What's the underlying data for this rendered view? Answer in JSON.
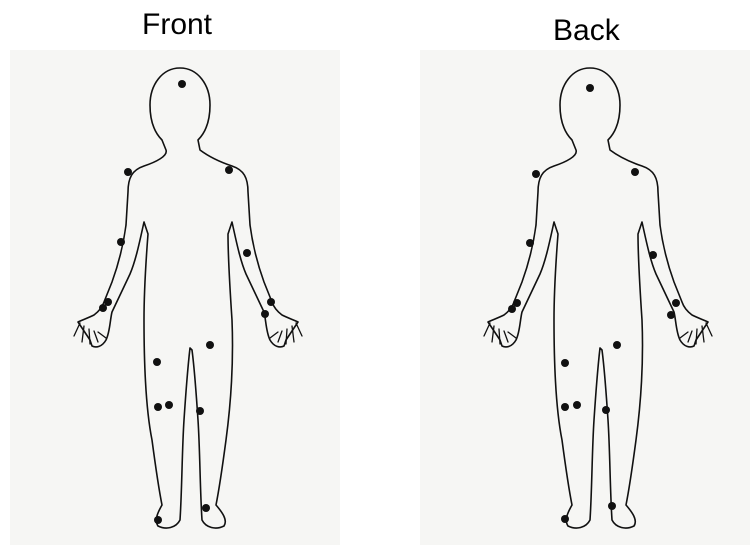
{
  "panels": [
    {
      "id": "front",
      "title": "Front"
    },
    {
      "id": "back",
      "title": "Back"
    }
  ],
  "colors": {
    "background": "#ffffff",
    "panel": "#f6f6f4",
    "outline": "#111111",
    "point": "#111111"
  },
  "icons": {
    "marker": "filled-dot"
  }
}
